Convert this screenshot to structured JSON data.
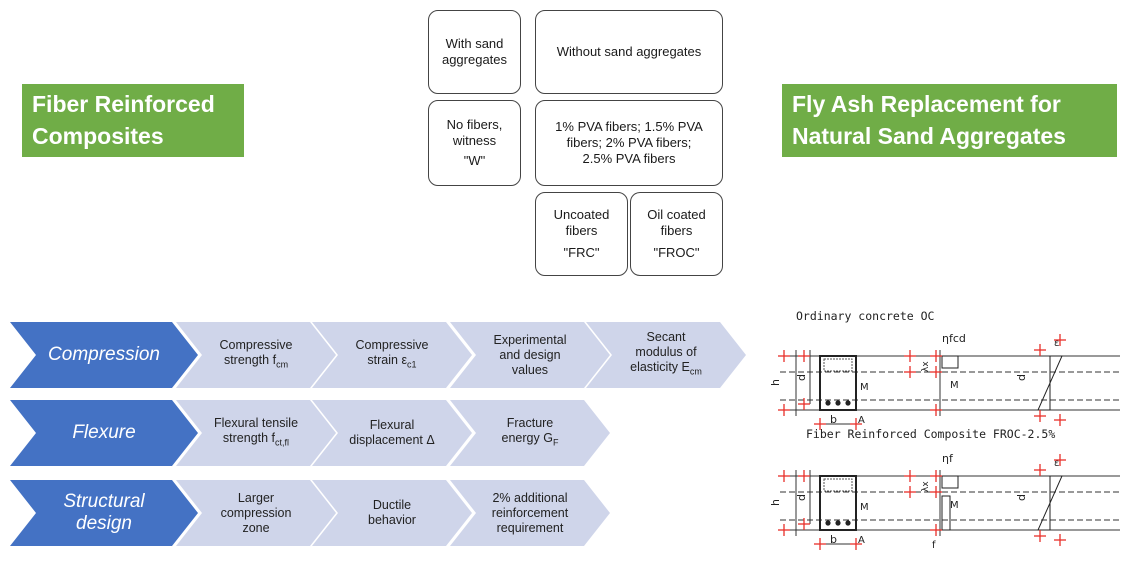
{
  "green_left": {
    "line1": "Fiber Reinforced",
    "line2": "Composites"
  },
  "green_right": {
    "line1": "Fly Ash Replacement for",
    "line2": "Natural Sand Aggregates"
  },
  "tree": {
    "with_sand": [
      "With sand",
      "aggregates"
    ],
    "without_sand": [
      "Without sand aggregates"
    ],
    "no_fibers": [
      "No fibers,",
      "witness",
      "\"W\""
    ],
    "pva": [
      "1% PVA fibers; 1.5% PVA",
      "fibers; 2% PVA fibers;",
      "2.5% PVA fibers"
    ],
    "uncoated": [
      "Uncoated",
      "fibers",
      "\"FRC\""
    ],
    "oil_coated": [
      "Oil coated",
      "fibers",
      "\"FROC\""
    ]
  },
  "rows": [
    {
      "label": [
        "Compression"
      ],
      "steps": [
        {
          "lines": [
            "Compressive",
            "strength f",
            "cm"
          ]
        },
        {
          "lines": [
            "Compressive",
            "strain ε",
            "c1"
          ]
        },
        {
          "lines": [
            "Experimental",
            "and design",
            "values"
          ]
        },
        {
          "lines": [
            "Secant",
            "modulus of",
            "elasticity E",
            "cm"
          ]
        }
      ]
    },
    {
      "label": [
        "Flexure"
      ],
      "steps": [
        {
          "lines": [
            "Flexural tensile",
            "strength f",
            "ct,fl"
          ]
        },
        {
          "lines": [
            "Flexural",
            "displacement Δ"
          ]
        },
        {
          "lines": [
            "Fracture",
            "energy G",
            "F"
          ]
        }
      ]
    },
    {
      "label": [
        "Structural",
        "design"
      ],
      "steps": [
        {
          "lines": [
            "Larger",
            "compression",
            "zone"
          ]
        },
        {
          "lines": [
            "Ductile",
            "behavior"
          ]
        },
        {
          "lines": [
            "2% additional",
            "reinforcement",
            "requirement"
          ]
        }
      ]
    }
  ],
  "sections": {
    "title_top": "Ordinary concrete OC",
    "title_bottom": "Fiber Reinforced Composite FROC-2.5%",
    "labels": {
      "h": "h",
      "d": "d",
      "b": "b",
      "as": "A",
      "med": "M",
      "mrd": "M",
      "nfcd": "ηfcd",
      "nfd": "ηf",
      "fcm": "ε",
      "fud": "f",
      "xc": "λx"
    }
  },
  "colors": {
    "green": "#70ad47",
    "blue_chevron": "#4472c4",
    "light_chevron": "#cfd5ea",
    "red_marks": "#e8302a"
  }
}
